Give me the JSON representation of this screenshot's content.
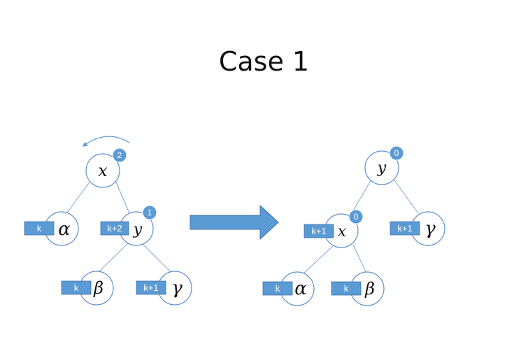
{
  "title": "Case 1",
  "colors": {
    "node_stroke": "#5b8fcf",
    "box_fill": "#5b9bd5",
    "edge": "#7aa7d9"
  },
  "before": {
    "x": {
      "symbol": "x",
      "badge": "2"
    },
    "alpha": {
      "symbol": "α",
      "box": "k"
    },
    "y": {
      "symbol": "y",
      "badge": "1",
      "box": "k+2"
    },
    "beta": {
      "symbol": "β",
      "box": "k"
    },
    "gamma": {
      "symbol": "γ",
      "box": "k+1"
    }
  },
  "after": {
    "y": {
      "symbol": "y",
      "badge": "0"
    },
    "x": {
      "symbol": "x",
      "badge": "0",
      "box": "k+1"
    },
    "gamma": {
      "symbol": "γ",
      "box": "k+1"
    },
    "alpha": {
      "symbol": "α",
      "box": "k"
    },
    "beta": {
      "symbol": "β",
      "box": "k"
    }
  },
  "icons": {
    "rotation": "rotate-arrow-icon",
    "transform": "right-arrow-icon"
  }
}
